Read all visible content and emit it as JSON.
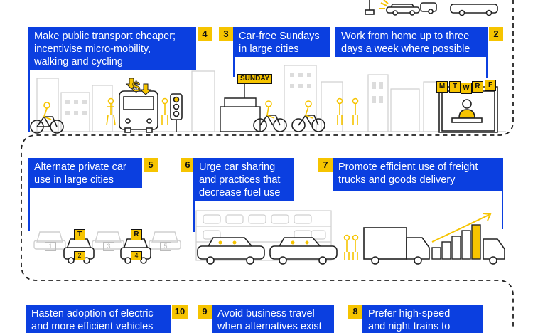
{
  "measures": [
    {
      "id": 1,
      "number": "4",
      "text": "Make public transport cheaper;\nincentivise micro-mobility,\nwalking and cycling"
    },
    {
      "id": 2,
      "number": "3",
      "text": "Car-free Sundays\nin large cities"
    },
    {
      "id": 3,
      "number": "2",
      "text": "Work from home up to three\ndays a week where possible"
    },
    {
      "id": 4,
      "number": "5",
      "text": "Alternate private car\nuse in large cities"
    },
    {
      "id": 5,
      "number": "6",
      "text": "Urge car sharing\nand practices that\ndecrease fuel use"
    },
    {
      "id": 6,
      "number": "7",
      "text": "Promote efficient use of freight\ntrucks and goods delivery"
    },
    {
      "id": 7,
      "number": "10",
      "text": "Hasten adoption of electric\nand more efficient vehicles"
    },
    {
      "id": 8,
      "number": "9",
      "text": "Avoid business travel\nwhen alternatives exist"
    },
    {
      "id": 9,
      "number": "8",
      "text": "Prefer high-speed\nand night trains to"
    }
  ],
  "signs": {
    "sunday": "SUNDAY",
    "currency": "$",
    "weekdays": [
      "M",
      "T",
      "W",
      "R",
      "F"
    ],
    "alt_letters": [
      "T",
      "R"
    ],
    "alt_plates_active": [
      "2",
      "4"
    ],
    "alt_plates_inactive": [
      "1",
      "3",
      "5"
    ]
  },
  "colors": {
    "blue": "#0b3fe0",
    "yellow": "#f6c400",
    "ink": "#111111",
    "grey": "#c9c9c9"
  },
  "icons": [
    "bicycle-icon",
    "bus-icon",
    "traffic-light-icon",
    "pedestrian-icon",
    "car-icon",
    "truck-icon",
    "office-desk-icon",
    "bar-chart-icon"
  ]
}
